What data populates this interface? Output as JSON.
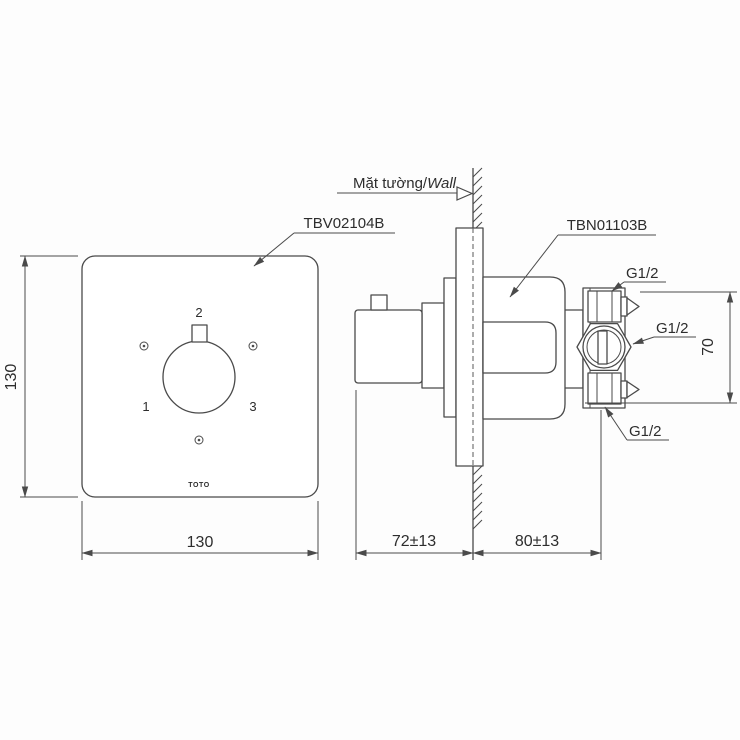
{
  "front_view": {
    "height_dim": "130",
    "width_dim": "130",
    "dial": {
      "pos_top": "2",
      "pos_left": "1",
      "pos_right": "3"
    },
    "brand": "TOTO"
  },
  "side_view": {
    "wall_label_vi": "Mặt tường/",
    "wall_label_en": "Wall",
    "trim_model": "TBV02104B",
    "valve_model": "TBN01103B",
    "port_top_label": "G1/2",
    "port_side_label": "G1/2",
    "port_bottom_label": "G1/2",
    "port_span_dim": "70",
    "front_depth_dim": "72±13",
    "wall_depth_dim": "80±13"
  }
}
